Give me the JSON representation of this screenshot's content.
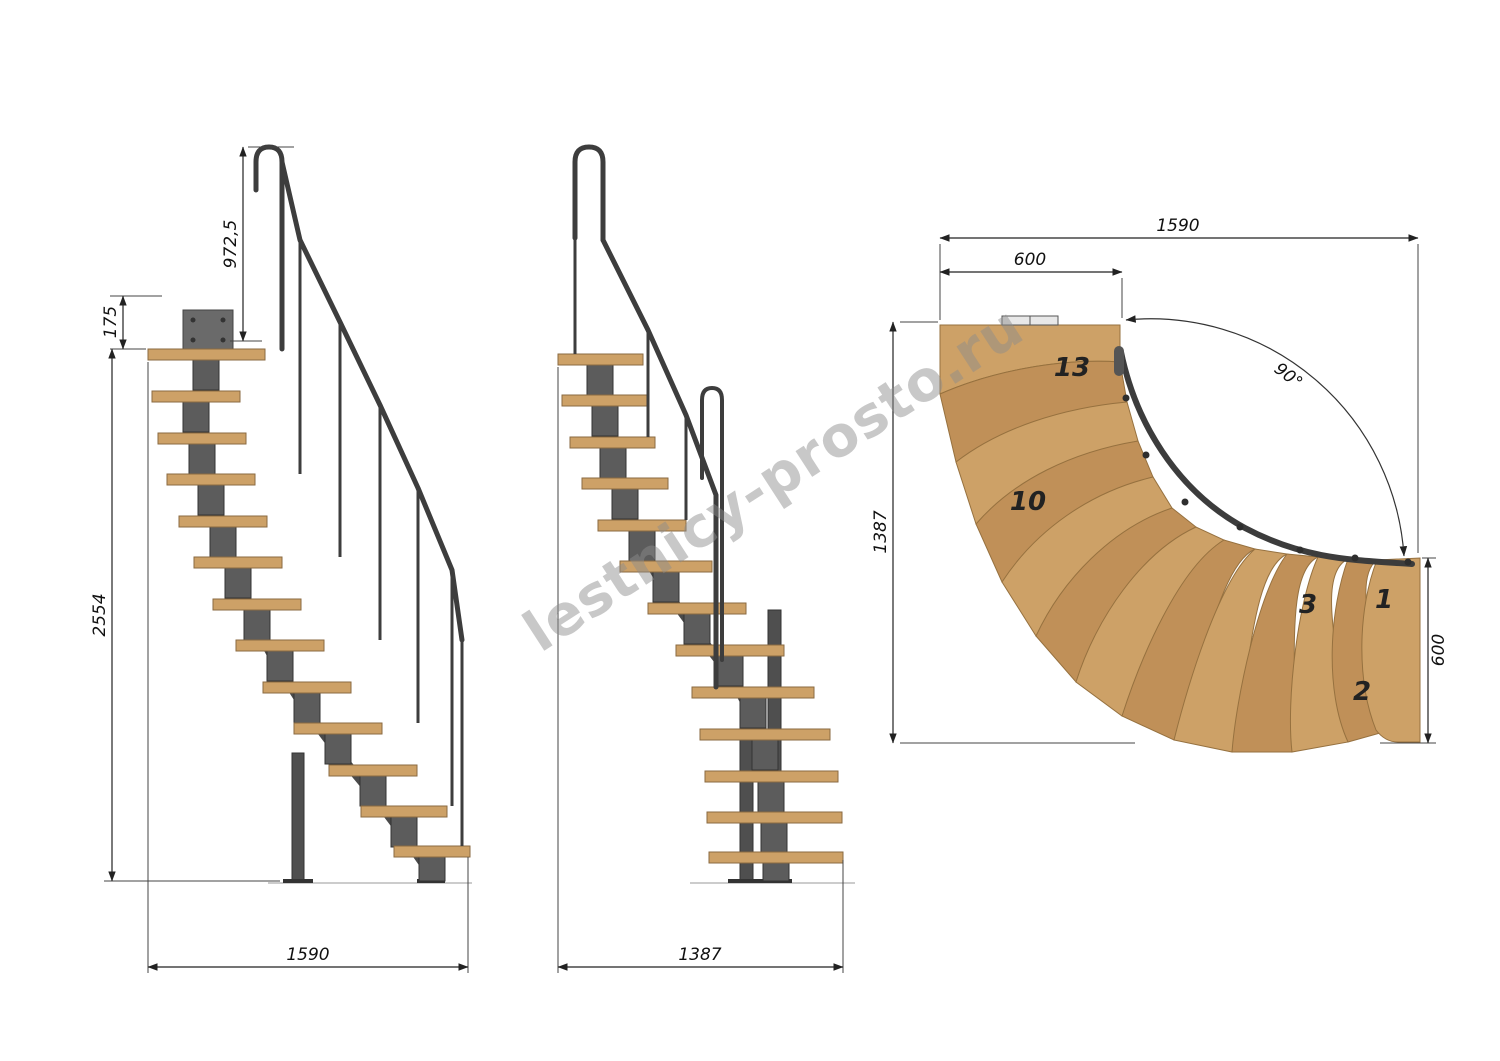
{
  "watermark": {
    "text": "lestnicy-prosto.ru"
  },
  "views": {
    "left": {
      "dims": {
        "rail_height": "972,5",
        "top_offset": "175",
        "total_height": "2554",
        "total_run": "1590"
      }
    },
    "front": {
      "dims": {
        "total_run": "1387"
      }
    },
    "plan": {
      "dims": {
        "overall_width": "1590",
        "landing_depth": "600",
        "overall_depth": "1387",
        "exit_width": "600",
        "turn_angle": "90°"
      },
      "tread_numbers": {
        "first": "1",
        "second": "2",
        "third": "3",
        "tenth": "10",
        "thirteenth": "13"
      }
    }
  }
}
